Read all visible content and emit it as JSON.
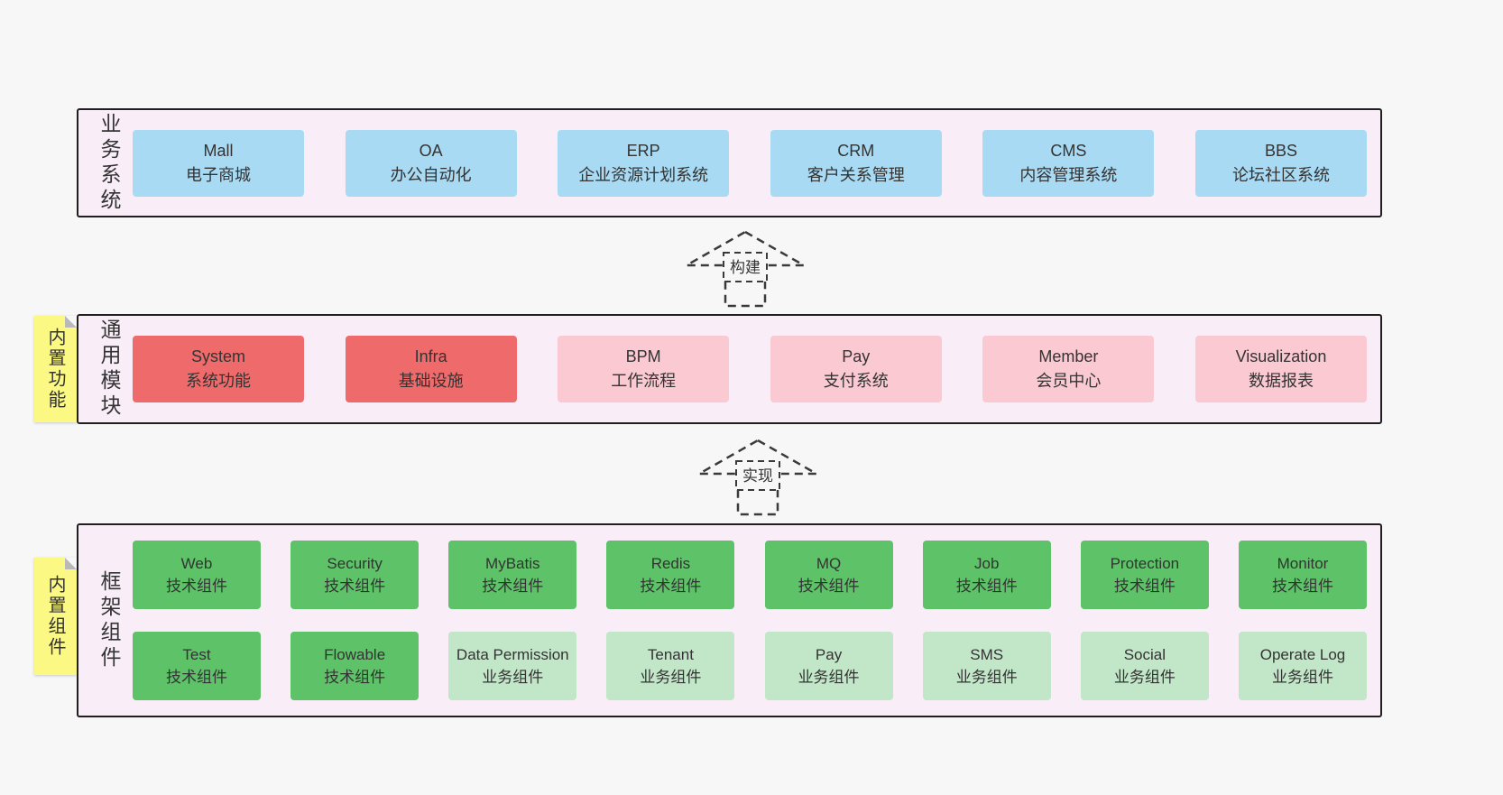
{
  "colors": {
    "page_bg": "#f7f7f7",
    "layer_bg": "#f9eef8",
    "layer_border": "#1f1f1f",
    "blue": "#a9daf3",
    "red": "#ef6b6b",
    "pink": "#fbc9d2",
    "green": "#5ec268",
    "light_green": "#c2e6c8",
    "sticky_yellow": "#fbf884",
    "arrow_stroke": "#3a3a3a",
    "text": "#333333"
  },
  "business": {
    "label": "业务系统",
    "items": [
      {
        "name": "Mall",
        "desc": "电子商城"
      },
      {
        "name": "OA",
        "desc": "办公自动化"
      },
      {
        "name": "ERP",
        "desc": "企业资源计划系统"
      },
      {
        "name": "CRM",
        "desc": "客户关系管理"
      },
      {
        "name": "CMS",
        "desc": "内容管理系统"
      },
      {
        "name": "BBS",
        "desc": "论坛社区系统"
      }
    ]
  },
  "arrow_build": {
    "label": "构建"
  },
  "modules": {
    "label": "通用模块",
    "sticky": "内置功能",
    "items": [
      {
        "name": "System",
        "desc": "系统功能"
      },
      {
        "name": "Infra",
        "desc": "基础设施"
      },
      {
        "name": "BPM",
        "desc": "工作流程"
      },
      {
        "name": "Pay",
        "desc": "支付系统"
      },
      {
        "name": "Member",
        "desc": "会员中心"
      },
      {
        "name": "Visualization",
        "desc": "数据报表"
      }
    ]
  },
  "arrow_implement": {
    "label": "实现"
  },
  "components": {
    "label": "框架组件",
    "sticky": "内置组件",
    "row1": [
      {
        "name": "Web",
        "desc": "技术组件"
      },
      {
        "name": "Security",
        "desc": "技术组件"
      },
      {
        "name": "MyBatis",
        "desc": "技术组件"
      },
      {
        "name": "Redis",
        "desc": "技术组件"
      },
      {
        "name": "MQ",
        "desc": "技术组件"
      },
      {
        "name": "Job",
        "desc": "技术组件"
      },
      {
        "name": "Protection",
        "desc": "技术组件"
      },
      {
        "name": "Monitor",
        "desc": "技术组件"
      }
    ],
    "row2": [
      {
        "name": "Test",
        "desc": "技术组件"
      },
      {
        "name": "Flowable",
        "desc": "技术组件"
      },
      {
        "name": "Data Permission",
        "desc": "业务组件"
      },
      {
        "name": "Tenant",
        "desc": "业务组件"
      },
      {
        "name": "Pay",
        "desc": "业务组件"
      },
      {
        "name": "SMS",
        "desc": "业务组件"
      },
      {
        "name": "Social",
        "desc": "业务组件"
      },
      {
        "name": "Operate Log",
        "desc": "业务组件"
      }
    ]
  }
}
